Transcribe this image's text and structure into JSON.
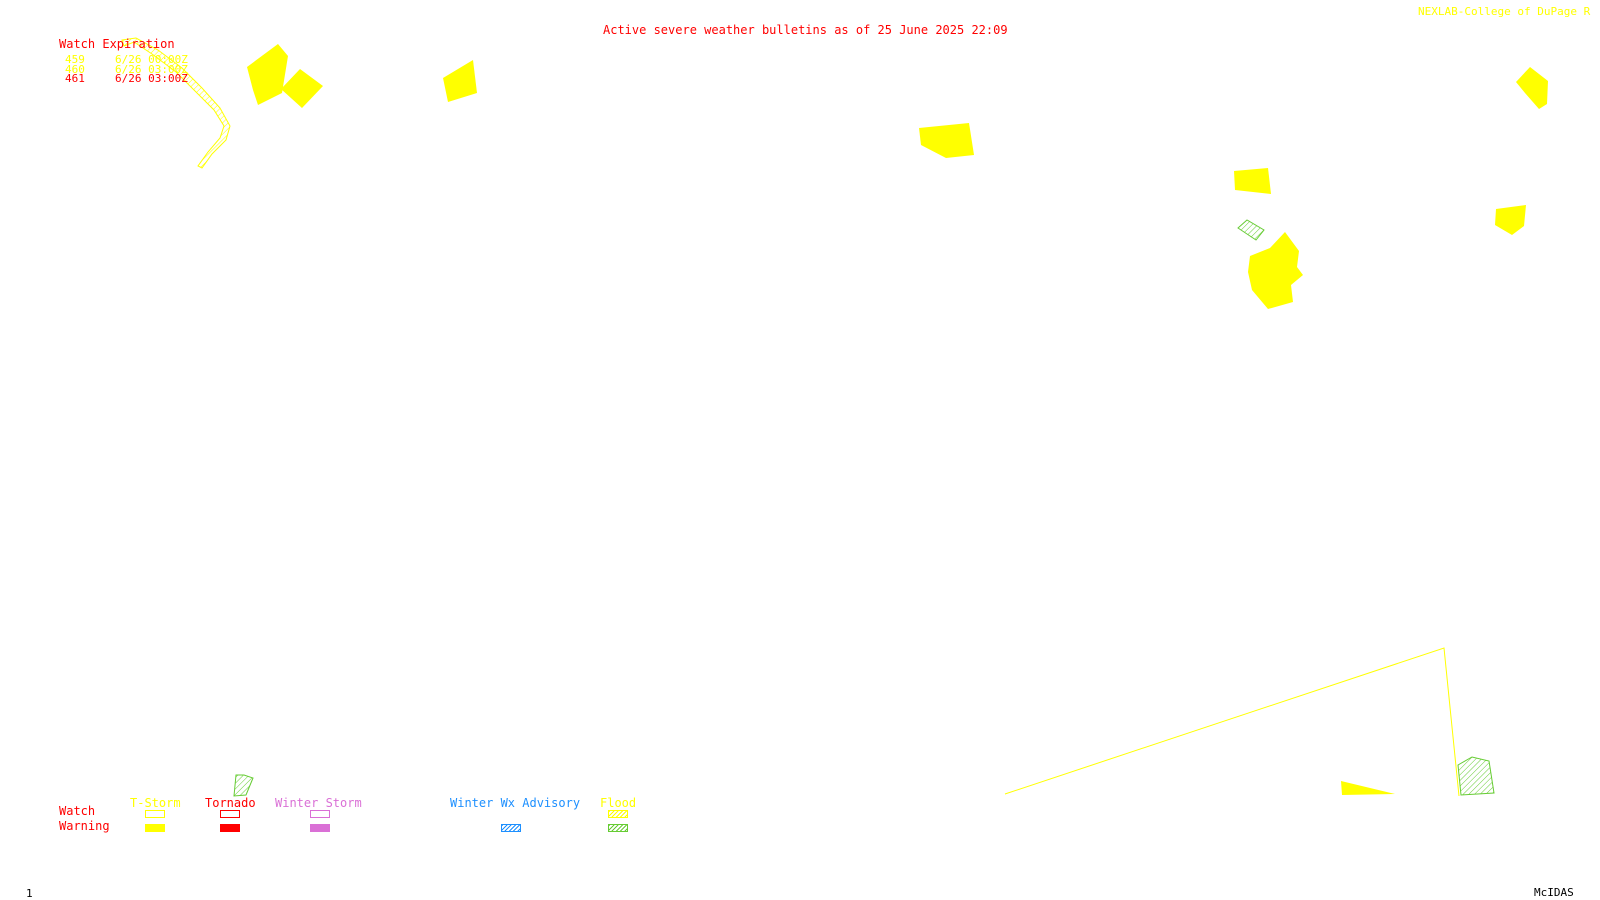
{
  "header": {
    "title": "Active severe weather bulletins as of 25 June 2025 22:09",
    "credit": "NEXLAB-College of DuPage R"
  },
  "watch_expiration": {
    "heading": "Watch Expiration",
    "rows": [
      {
        "number": "459",
        "time": "6/26 00:00Z",
        "color": "#ffff00"
      },
      {
        "number": "460",
        "time": "6/26 03:00Z",
        "color": "#ffff00"
      },
      {
        "number": "461",
        "time": "6/26 03:00Z",
        "color": "#ff0000"
      }
    ]
  },
  "legend": {
    "row_labels": {
      "watch": "Watch",
      "warning": "Warning"
    },
    "categories": [
      {
        "label": "T-Storm",
        "color": "#ffff00"
      },
      {
        "label": "Tornado",
        "color": "#ff0000"
      },
      {
        "label": "Winter Storm",
        "color": "#da70d6"
      },
      {
        "label": "Winter Wx Advisory",
        "color": "#1e90ff"
      },
      {
        "label": "Flood",
        "color": "#ffff00",
        "warning_color": "#66cc33"
      }
    ]
  },
  "footer": {
    "frame_number": "1",
    "software": "McIDAS"
  },
  "colors": {
    "background": "#ffffff",
    "tstorm_warning": "#ffff00",
    "flood_warning": "#66cc33",
    "text_red": "#ff0000"
  },
  "map_features": [
    {
      "type": "tstorm-warning",
      "name": "tstorm-warning-polygon-northwest-1"
    },
    {
      "type": "tstorm-warning",
      "name": "tstorm-warning-polygon-northwest-2"
    },
    {
      "type": "tstorm-warning",
      "name": "tstorm-warning-polygon-north-central"
    },
    {
      "type": "tstorm-warning",
      "name": "tstorm-warning-polygon-central"
    },
    {
      "type": "tstorm-warning",
      "name": "tstorm-warning-polygon-east-1"
    },
    {
      "type": "tstorm-warning",
      "name": "tstorm-warning-polygon-east-cluster"
    },
    {
      "type": "tstorm-warning",
      "name": "tstorm-warning-polygon-northeast"
    },
    {
      "type": "tstorm-warning",
      "name": "tstorm-warning-polygon-far-east"
    },
    {
      "type": "tstorm-warning",
      "name": "tstorm-warning-polygon-southeast"
    },
    {
      "type": "flood-warning",
      "name": "flood-warning-polygon-east"
    },
    {
      "type": "flood-warning",
      "name": "flood-warning-polygon-southwest"
    },
    {
      "type": "flood-warning",
      "name": "flood-warning-polygon-southeast"
    },
    {
      "type": "tstorm-watch",
      "name": "tstorm-watch-outline-southeast"
    },
    {
      "type": "flood-watch",
      "name": "flood-watch-river-northwest"
    }
  ]
}
